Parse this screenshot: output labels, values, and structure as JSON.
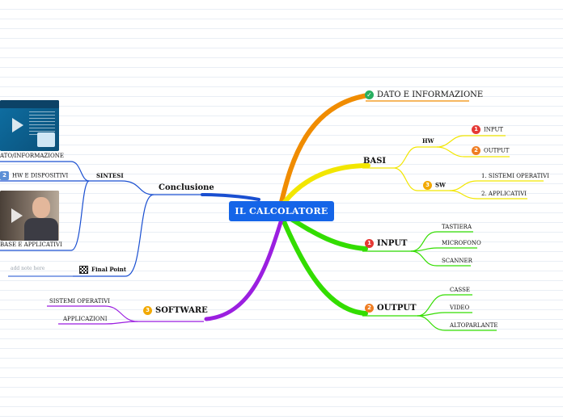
{
  "central_topic": "IL CALCOLATORE",
  "branches": {
    "dato": {
      "label": "DATO E INFORMAZIONE",
      "icon": "check-icon",
      "color": "#f08c00"
    },
    "basi": {
      "label": "BASI",
      "color": "#f2e600",
      "hw": {
        "label": "HW",
        "items": [
          {
            "badge": "1",
            "label": "INPUT"
          },
          {
            "badge": "2",
            "label": "OUTPUT"
          }
        ]
      },
      "sw": {
        "badge": "3",
        "label": "SW",
        "items": [
          "1.  SISTEMI OPERATIVI",
          "2.  APPLICATIVI"
        ]
      }
    },
    "input": {
      "badge": "1",
      "label": "INPUT",
      "color": "#33dd00",
      "items": [
        "TASTIERA",
        "MICROFONO",
        "SCANNER"
      ]
    },
    "output": {
      "badge": "2",
      "label": "OUTPUT",
      "color": "#33dd00",
      "items": [
        "CASSE",
        "VIDEO",
        "ALTOPARLANTE"
      ]
    },
    "software": {
      "badge": "3",
      "label": "SOFTWARE",
      "color": "#9b1fe0",
      "items": [
        "SISTEMI OPERATIVI",
        "APPLICAZIONI"
      ]
    },
    "conclusione": {
      "label": "Conclusione",
      "color": "#1a4fd1",
      "sintesi": {
        "label": "SINTESI",
        "items": [
          {
            "label": "ATO/INFORMAZIONE",
            "thumbnail_icon": "video-thumbnail-icon"
          },
          {
            "badge": "2",
            "label": "HW E DISPOSITIVI"
          },
          {
            "label": "BASE E APPLICATIVI",
            "thumbnail_icon": "video-thumbnail-icon"
          }
        ]
      },
      "final_point": {
        "label": "Final Point",
        "note_placeholder": "add note here",
        "icon": "checkered-flag-icon"
      }
    }
  },
  "badge_colors": {
    "1": "#e53935",
    "2": "#ef7d22",
    "3": "#f2a900"
  }
}
